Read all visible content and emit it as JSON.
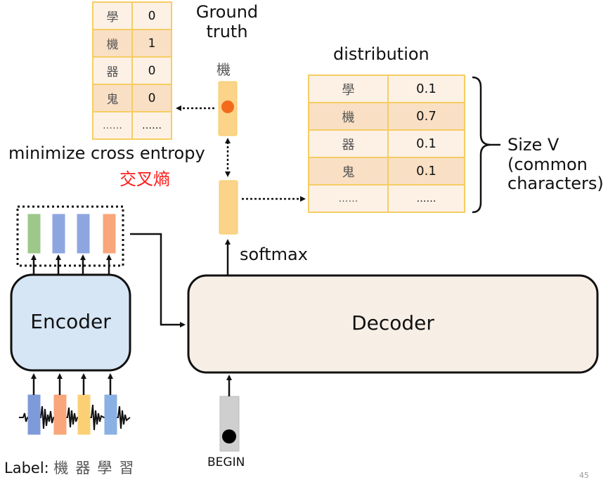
{
  "ground_truth": {
    "title_line1": "Ground",
    "title_line2": "truth",
    "char": "機",
    "table": [
      {
        "char": "學",
        "value": "0"
      },
      {
        "char": "機",
        "value": "1"
      },
      {
        "char": "器",
        "value": "0"
      },
      {
        "char": "鬼",
        "value": "0"
      },
      {
        "char": "……",
        "value": "……"
      }
    ]
  },
  "distribution": {
    "title": "distribution",
    "table": [
      {
        "char": "學",
        "value": "0.1"
      },
      {
        "char": "機",
        "value": "0.7"
      },
      {
        "char": "器",
        "value": "0.1"
      },
      {
        "char": "鬼",
        "value": "0.1"
      },
      {
        "char": "……",
        "value": "……"
      }
    ],
    "size_line1": "Size V",
    "size_line2": "(common",
    "size_line3": "characters)"
  },
  "loss": {
    "text": "minimize cross entropy",
    "chinese": "交叉熵",
    "chinese_color": "#ff1a1a"
  },
  "softmax_label": "softmax",
  "encoder": {
    "label": "Encoder",
    "fill": "#d6e6f5",
    "output_colors": [
      "#9dc88a",
      "#8ea6e0",
      "#8ea6e0",
      "#f9a67a"
    ],
    "input_colors": [
      "#7f9ad8",
      "#f9a67a",
      "#fbd075",
      "#8ab0e4"
    ]
  },
  "decoder": {
    "label": "Decoder",
    "fill": "#f7efe6"
  },
  "begin_label": "BEGIN",
  "label_prefix": "Label:",
  "label_chars": "機器學習",
  "page_number": "45",
  "colors": {
    "table_border": "#f6cd63",
    "vector_fill": "#fbd389",
    "highlight_dot": "#f26b1d"
  }
}
